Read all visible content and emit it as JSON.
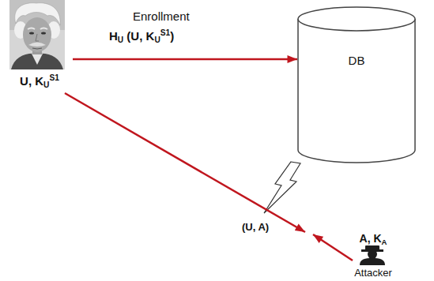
{
  "diagram": {
    "nodes": [
      {
        "text": [
          "U, KUS1"
        ]
      },
      {
        "text": [
          "DB"
        ]
      },
      {
        "text": [
          "A, KA",
          "Attacker"
        ]
      }
    ],
    "edges": [
      {
        "from": 0,
        "to": 1,
        "arrow": "to",
        "label": "Enrollment"
      }
    ],
    "labels": [
      "HU (U, KUS1)",
      "(U, A)"
    ]
  }
}
